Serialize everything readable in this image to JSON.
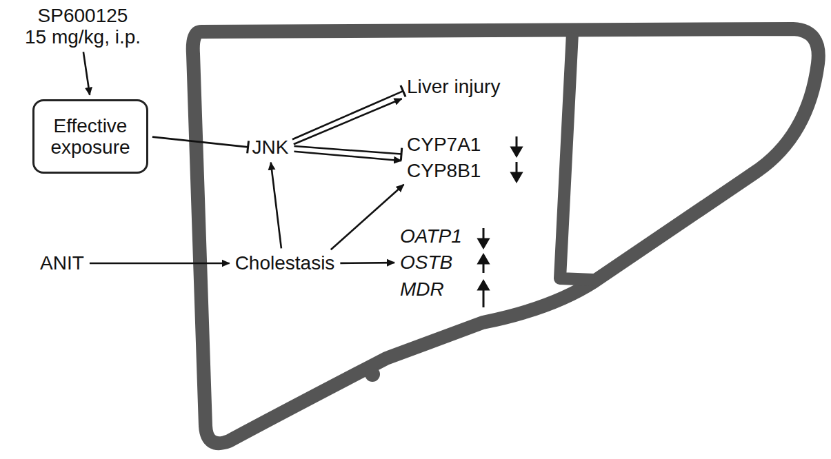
{
  "diagram": {
    "nodes": [
      {
        "text": [
          "SP600125",
          "15 mg/kg, i.p."
        ]
      },
      {
        "text": [
          "Effective exposure"
        ]
      },
      {
        "text": [
          "JNK"
        ]
      },
      {
        "text": [
          "Liver injury"
        ]
      },
      {
        "text": [
          "CYP7A1"
        ]
      },
      {
        "text": [
          "CYP8B1"
        ]
      },
      {
        "text": [
          "ANIT"
        ]
      },
      {
        "text": [
          "Cholestasis"
        ]
      },
      {
        "text": [
          "OATP1"
        ]
      },
      {
        "text": [
          "OSTB"
        ]
      },
      {
        "text": [
          "MDR"
        ]
      }
    ],
    "edges": [
      {
        "from": 0,
        "to": 1,
        "arrow": "to"
      },
      {
        "from": 1,
        "to": 2,
        "arrow": "to"
      },
      {
        "from": 2,
        "to": 3,
        "arrow": "to"
      },
      {
        "from": 2,
        "to": 3,
        "arrow": "to"
      },
      {
        "from": 2,
        "to": 4,
        "arrow": "to"
      },
      {
        "from": 2,
        "to": 5,
        "arrow": "to"
      },
      {
        "from": 7,
        "to": 2,
        "arrow": "to"
      },
      {
        "from": 6,
        "to": 7,
        "arrow": "to"
      },
      {
        "from": 7,
        "to": 5,
        "arrow": "to"
      },
      {
        "from": 7,
        "to": 9,
        "arrow": "to"
      }
    ]
  }
}
